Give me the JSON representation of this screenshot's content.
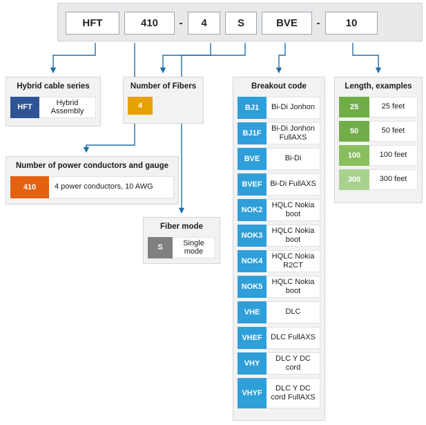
{
  "part_number": {
    "segments": [
      {
        "text": "HFT",
        "type": "cell"
      },
      {
        "text": "410",
        "type": "cell"
      },
      {
        "text": "-",
        "type": "dash"
      },
      {
        "text": "4",
        "type": "cell"
      },
      {
        "text": "S",
        "type": "cell"
      },
      {
        "text": "BVE",
        "type": "cell"
      },
      {
        "text": "-",
        "type": "dash"
      },
      {
        "text": "10",
        "type": "cell"
      }
    ]
  },
  "panels": {
    "series": {
      "title": "Hybrid cable series",
      "accent": "#2f5496",
      "rows": [
        {
          "code": "HFT",
          "desc": "Hybrid Assembly"
        }
      ]
    },
    "fibers": {
      "title": "Number of Fibers",
      "accent": "#e8a200",
      "rows": [
        {
          "code": "4",
          "desc": ""
        }
      ]
    },
    "power": {
      "title": "Number of power conductors and gauge",
      "accent": "#e2620f",
      "rows": [
        {
          "code": "410",
          "desc": "4 power conductors, 10 AWG"
        }
      ]
    },
    "mode": {
      "title": "Fiber mode",
      "accent": "#808080",
      "rows": [
        {
          "code": "S",
          "desc": "Single mode"
        }
      ]
    },
    "breakout": {
      "title": "Breakout code",
      "accent": "#2f9fd9",
      "rows": [
        {
          "code": "BJ1",
          "desc": "Bi-Di Jonhon"
        },
        {
          "code": "BJ1F",
          "desc": "Bi-Di Jonhon FullAXS"
        },
        {
          "code": "BVE",
          "desc": "Bi-Di"
        },
        {
          "code": "BVEF",
          "desc": "Bi-Di FullAXS"
        },
        {
          "code": "NOK2",
          "desc": "HQLC Nokia boot"
        },
        {
          "code": "NOK3",
          "desc": "HQLC Nokia boot"
        },
        {
          "code": "NOK4",
          "desc": "HQLC Nokia R2CT"
        },
        {
          "code": "NOK5",
          "desc": "HQLC Nokia boot"
        },
        {
          "code": "VHE",
          "desc": "DLC"
        },
        {
          "code": "VHEF",
          "desc": "DLC FullAXS"
        },
        {
          "code": "VHY",
          "desc": "DLC Y DC cord"
        },
        {
          "code": "VHYF",
          "desc": "DLC Y DC cord FullAXS"
        }
      ]
    },
    "length": {
      "title": "Length, examples",
      "rows": [
        {
          "code": "25",
          "desc": "25 feet",
          "color": "#70ad47"
        },
        {
          "code": "50",
          "desc": "50 feet",
          "color": "#70ad47"
        },
        {
          "code": "100",
          "desc": "100 feet",
          "color": "#88bf5c"
        },
        {
          "code": "300",
          "desc": "300 feet",
          "color": "#a9d18e"
        }
      ]
    }
  },
  "connector_color": "#1f6fa8"
}
